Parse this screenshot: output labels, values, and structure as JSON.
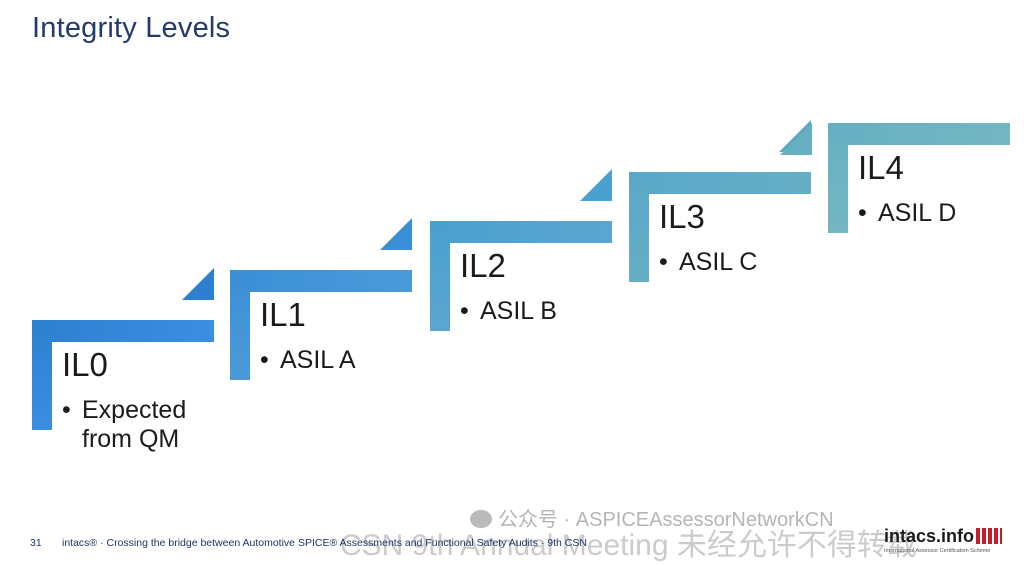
{
  "slide": {
    "title": "Integrity Levels",
    "page_number": "31",
    "footer_text": "intacs® · Crossing the bridge between Automotive SPICE® Assessments and Functional Safety Audits · 9th CSN",
    "logo_text": "intacs.info",
    "logo_subtext": "International Assessor Certification Scheme"
  },
  "watermark": {
    "line1": "公众号 · ASPICEAssessorNetworkCN",
    "line2": "CSN 9th Annual Meeting 未经允许不得转载"
  },
  "steps": [
    {
      "label": "IL0",
      "bullet": "Expected",
      "bullet_cont": "from QM",
      "color_top": "#2f7fd1",
      "color_bottom": "#3b8ee0"
    },
    {
      "label": "IL1",
      "bullet": "ASIL A",
      "bullet_cont": "",
      "color_top": "#3a8fd6",
      "color_bottom": "#4a9ad9"
    },
    {
      "label": "IL2",
      "bullet": "ASIL B",
      "bullet_cont": "",
      "color_top": "#4aa0cf",
      "color_bottom": "#5aa6cf"
    },
    {
      "label": "IL3",
      "bullet": "ASIL C",
      "bullet_cont": "",
      "color_top": "#59a8c8",
      "color_bottom": "#66aec6"
    },
    {
      "label": "IL4",
      "bullet": "ASIL D",
      "bullet_cont": "",
      "color_top": "#66b0c2",
      "color_bottom": "#74b6c2"
    }
  ]
}
